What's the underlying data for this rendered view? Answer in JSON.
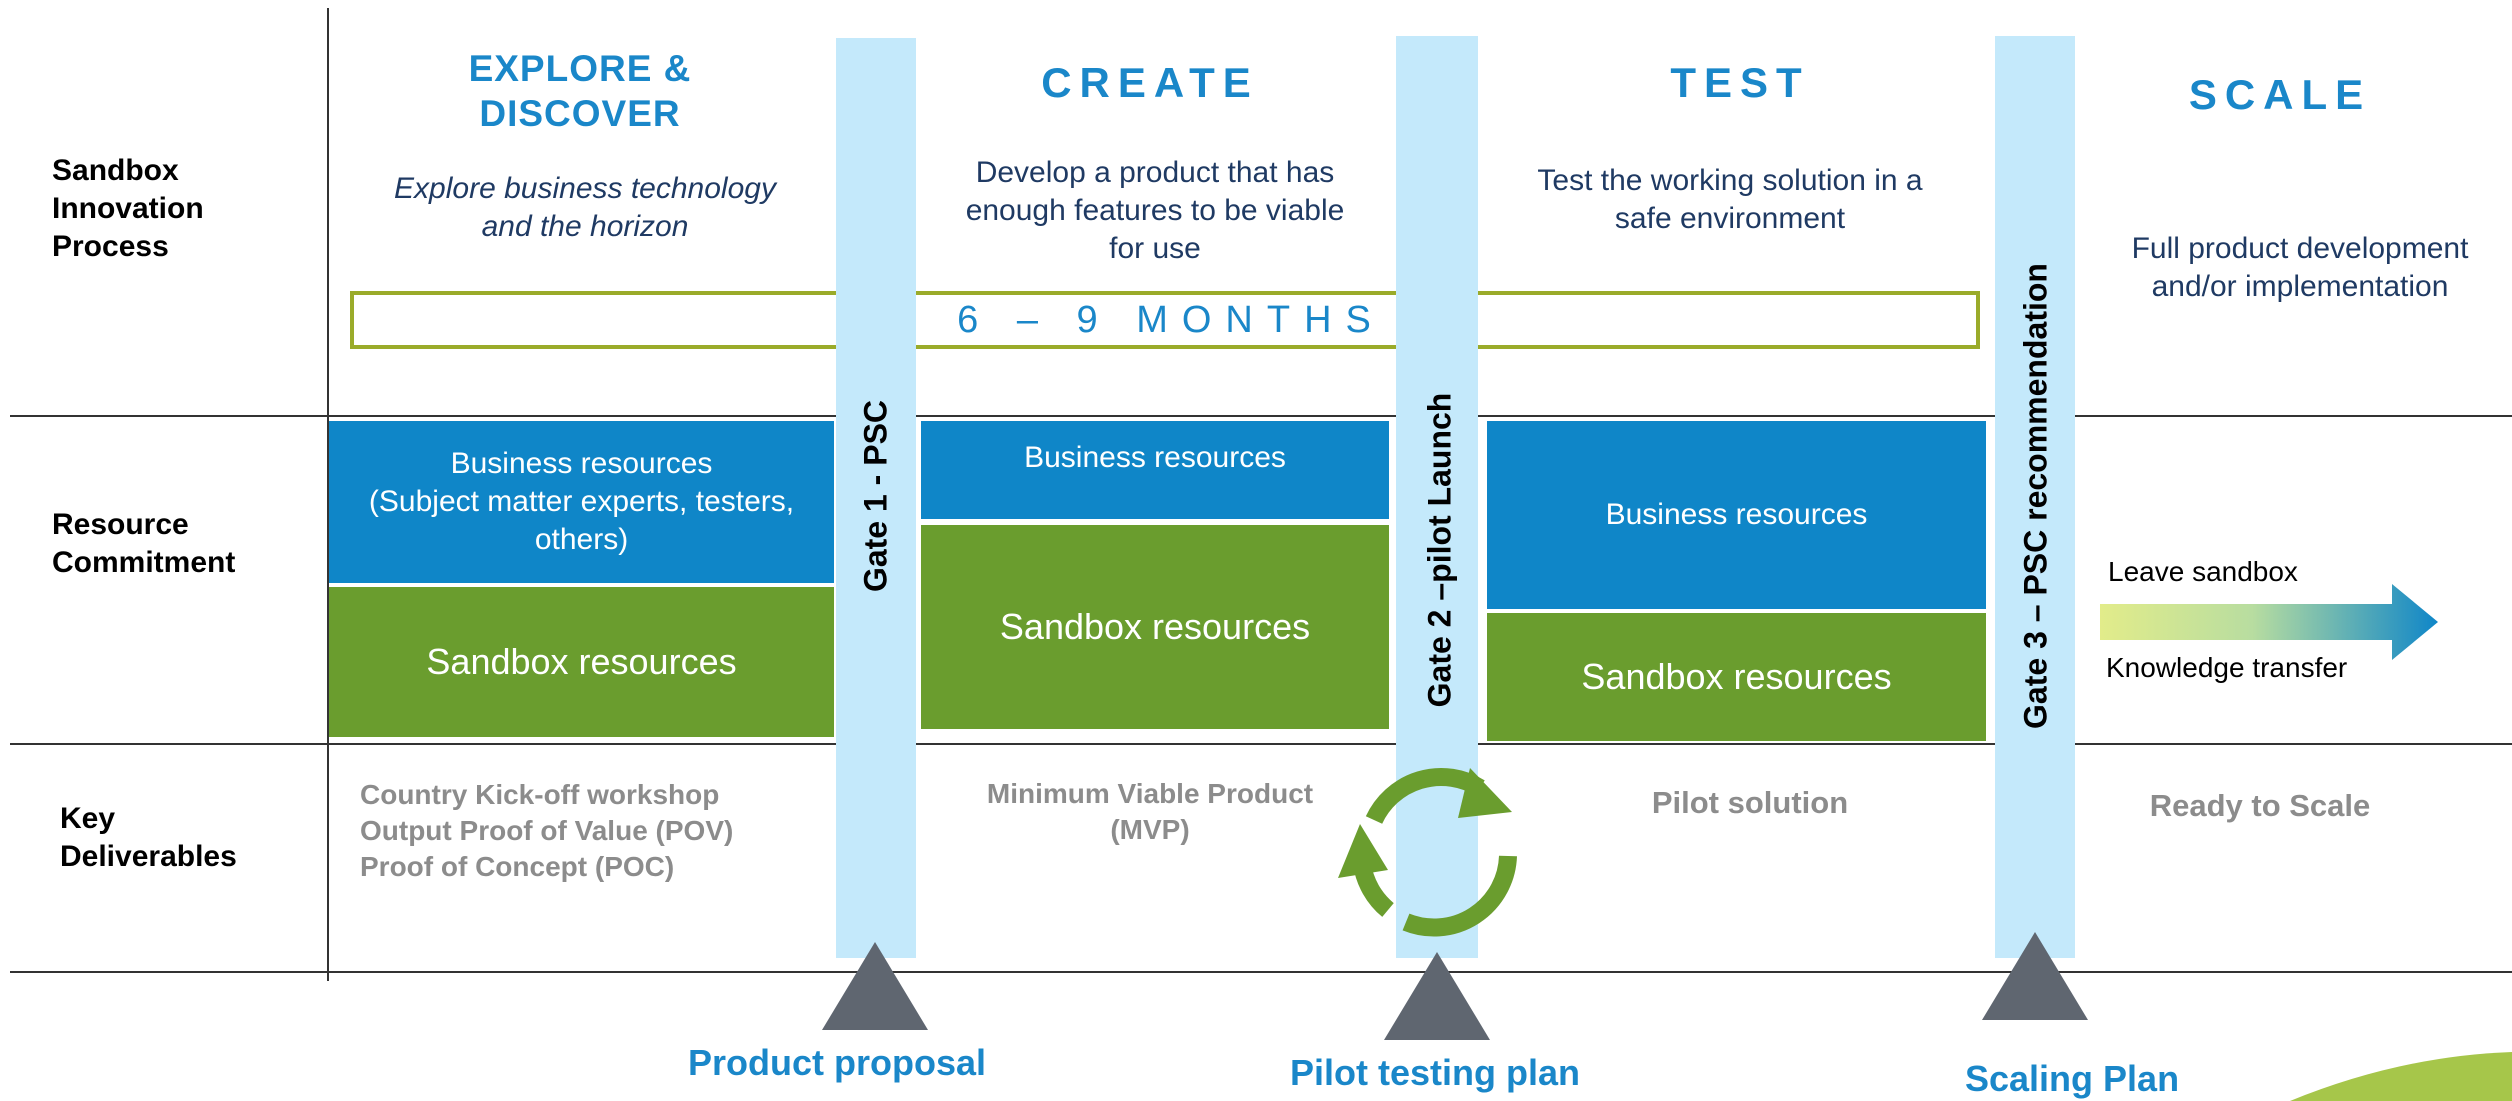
{
  "rows": {
    "process": "Sandbox\nInnovation\nProcess",
    "resource": "Resource\nCommitment",
    "deliverables": "Key\nDeliverables"
  },
  "phases": {
    "explore": {
      "title": "EXPLORE &\nDISCOVER",
      "desc": "Explore business technology\nand the horizon"
    },
    "create": {
      "title": "CREATE",
      "desc": "Develop a product that has\nenough features to be viable\nfor use"
    },
    "test": {
      "title": "TEST",
      "desc": "Test the working solution in a\nsafe environment"
    },
    "scale": {
      "title": "SCALE",
      "desc": "Full product development\nand/or implementation"
    }
  },
  "timeline": {
    "left_arrow": "←",
    "label": "6 – 9 MONTHS",
    "right_arrow": "→"
  },
  "gates": {
    "gate1": "Gate 1 - PSC",
    "gate2": "Gate 2 –pilot Launch",
    "gate3": "Gate 3 – PSC recommendation"
  },
  "resources": {
    "explore_business": "Business resources\n(Subject matter experts, testers,\nothers)",
    "explore_sandbox": "Sandbox resources",
    "create_business": "Business resources",
    "create_sandbox": "Sandbox resources",
    "test_business": "Business resources",
    "test_sandbox": "Sandbox resources",
    "scale_leave": "Leave sandbox",
    "scale_transfer": "Knowledge transfer"
  },
  "deliverables": {
    "explore": "Country Kick-off workshop\nOutput Proof of Value (POV)\nProof of Concept (POC)",
    "create": "Minimum Viable Product\n(MVP)",
    "test": "Pilot solution",
    "scale": "Ready to Scale"
  },
  "plans": {
    "product_proposal": "Product proposal",
    "pilot_testing_plan": "Pilot testing plan",
    "scaling_plan": "Scaling Plan"
  },
  "colors": {
    "accent_blue": "#1a87c9",
    "business_blue": "#0f86c8",
    "sandbox_green": "#6a9d2e",
    "gate_light_blue": "#c4e9fb",
    "timeline_border": "#9aab2a",
    "gate_triangle": "#5f6670",
    "deliverable_gray": "#8c8c8c"
  },
  "icons": {
    "cycle": "cycle-arrows-icon",
    "scale_arrow": "gradient-arrow-icon",
    "gate_marker": "triangle-marker-icon",
    "swoosh": "green-swoosh-decoration"
  }
}
